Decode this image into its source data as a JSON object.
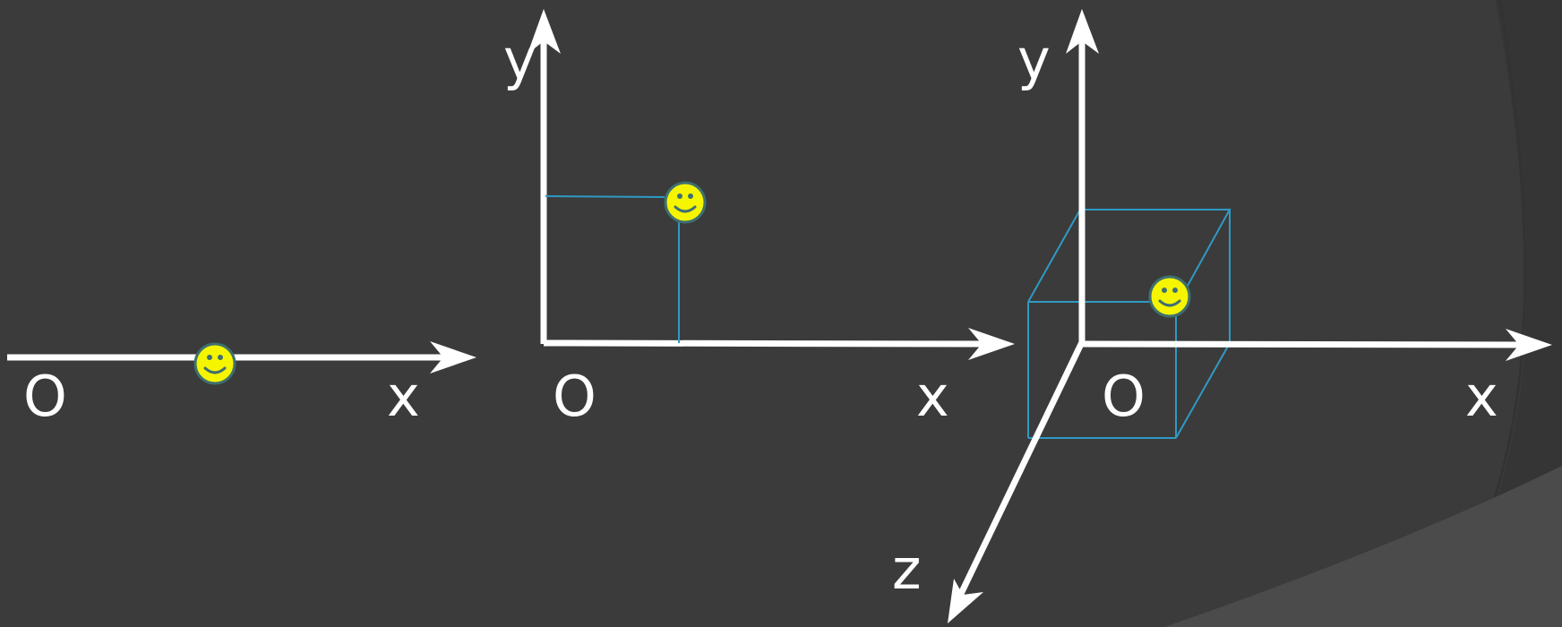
{
  "colors": {
    "background": "#3b3b3b",
    "axis": "#ffffff",
    "guide": "#2f9ac4",
    "point_fill": "#f5f500",
    "point_outline": "#3f6f70",
    "decorative_curve": "#333333"
  },
  "point_icon": "smiley-face-icon",
  "panels": {
    "one_d": {
      "origin_label": "O",
      "x_label": "x"
    },
    "two_d": {
      "origin_label": "O",
      "x_label": "x",
      "y_label": "y"
    },
    "three_d": {
      "origin_label": "O",
      "x_label": "x",
      "y_label": "y",
      "z_label": "z"
    }
  }
}
